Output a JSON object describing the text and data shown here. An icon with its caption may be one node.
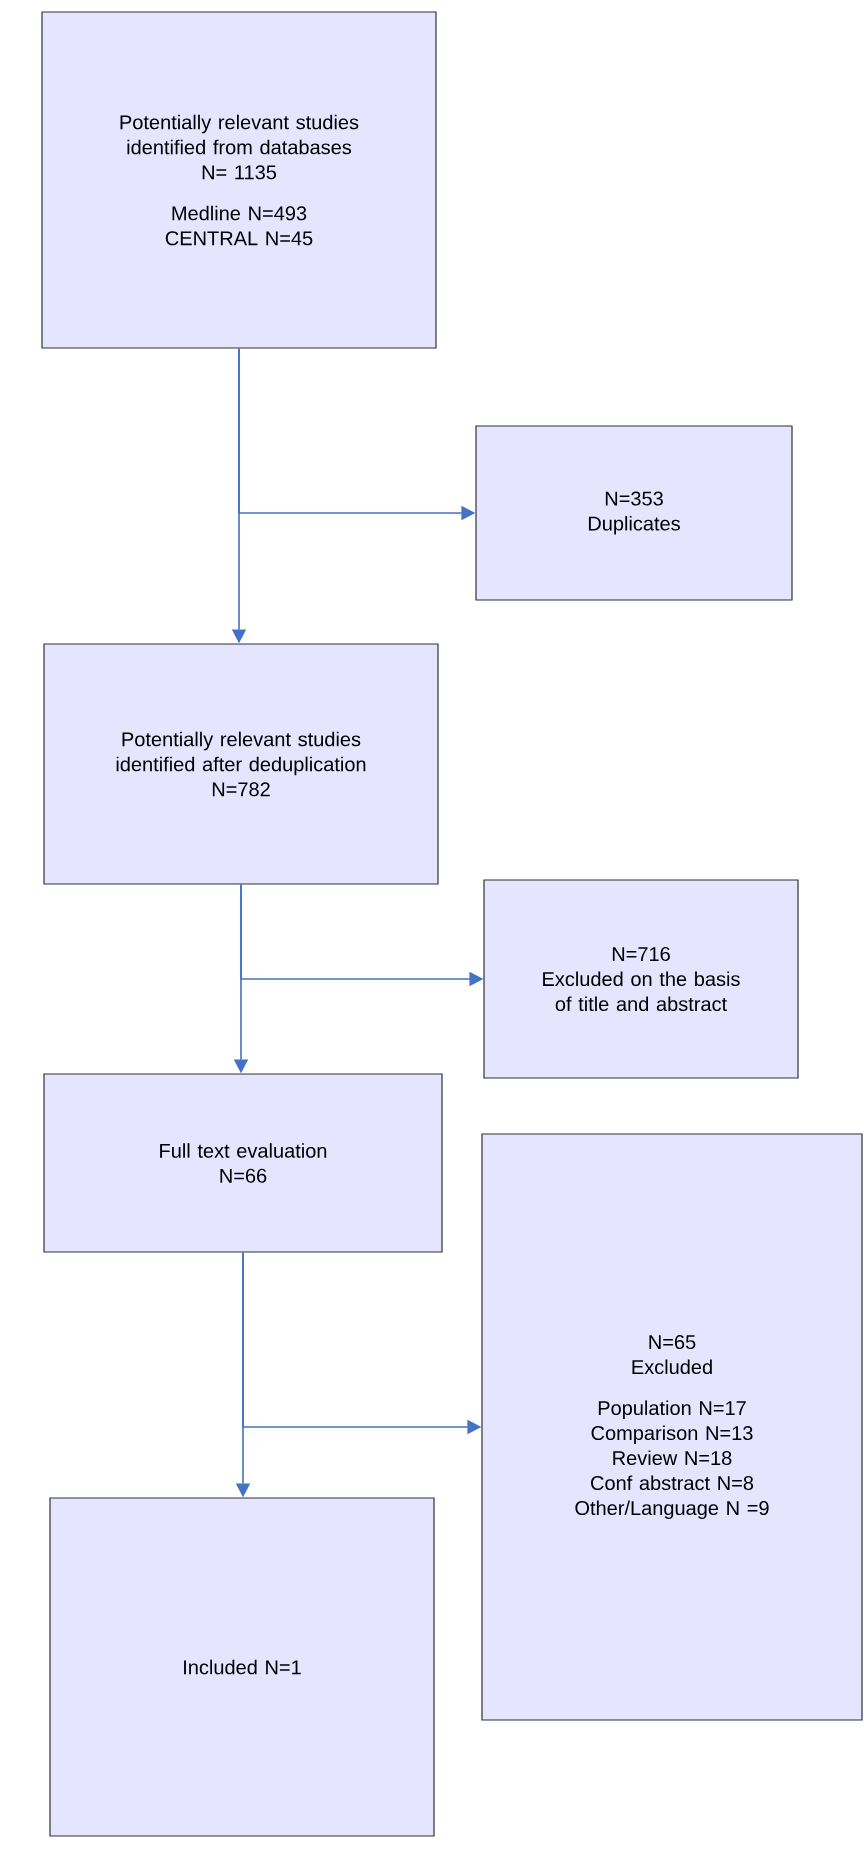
{
  "diagram": {
    "nodes": [
      {
        "text": [
          "Potentially relevant studies identified from databases",
          "N= 1135",
          "Medline N=493",
          "CENTRAL N=45"
        ]
      },
      {
        "text": [
          "N=353",
          "Duplicates"
        ]
      },
      {
        "text": [
          "Potentially relevant studies identified after deduplication",
          "N=782"
        ]
      },
      {
        "text": [
          "N=716",
          "Excluded on the basis of title and abstract"
        ]
      },
      {
        "text": [
          "Full text evaluation",
          "N=66"
        ]
      },
      {
        "text": [
          "N=65",
          "Excluded",
          "Population N=17",
          "Comparison N=13",
          "Review N=18",
          "Conf abstract N=8",
          "Other/Language N =9"
        ]
      },
      {
        "text": [
          "Included  N=1"
        ]
      }
    ],
    "edges": [
      {
        "from": 0,
        "to": 2,
        "arrow": "to"
      },
      {
        "from": 0,
        "to": 1,
        "arrow": "to"
      },
      {
        "from": 2,
        "to": 4,
        "arrow": "to"
      },
      {
        "from": 2,
        "to": 3,
        "arrow": "to"
      },
      {
        "from": 4,
        "to": 6,
        "arrow": "to"
      },
      {
        "from": 4,
        "to": 5,
        "arrow": "to"
      }
    ]
  }
}
